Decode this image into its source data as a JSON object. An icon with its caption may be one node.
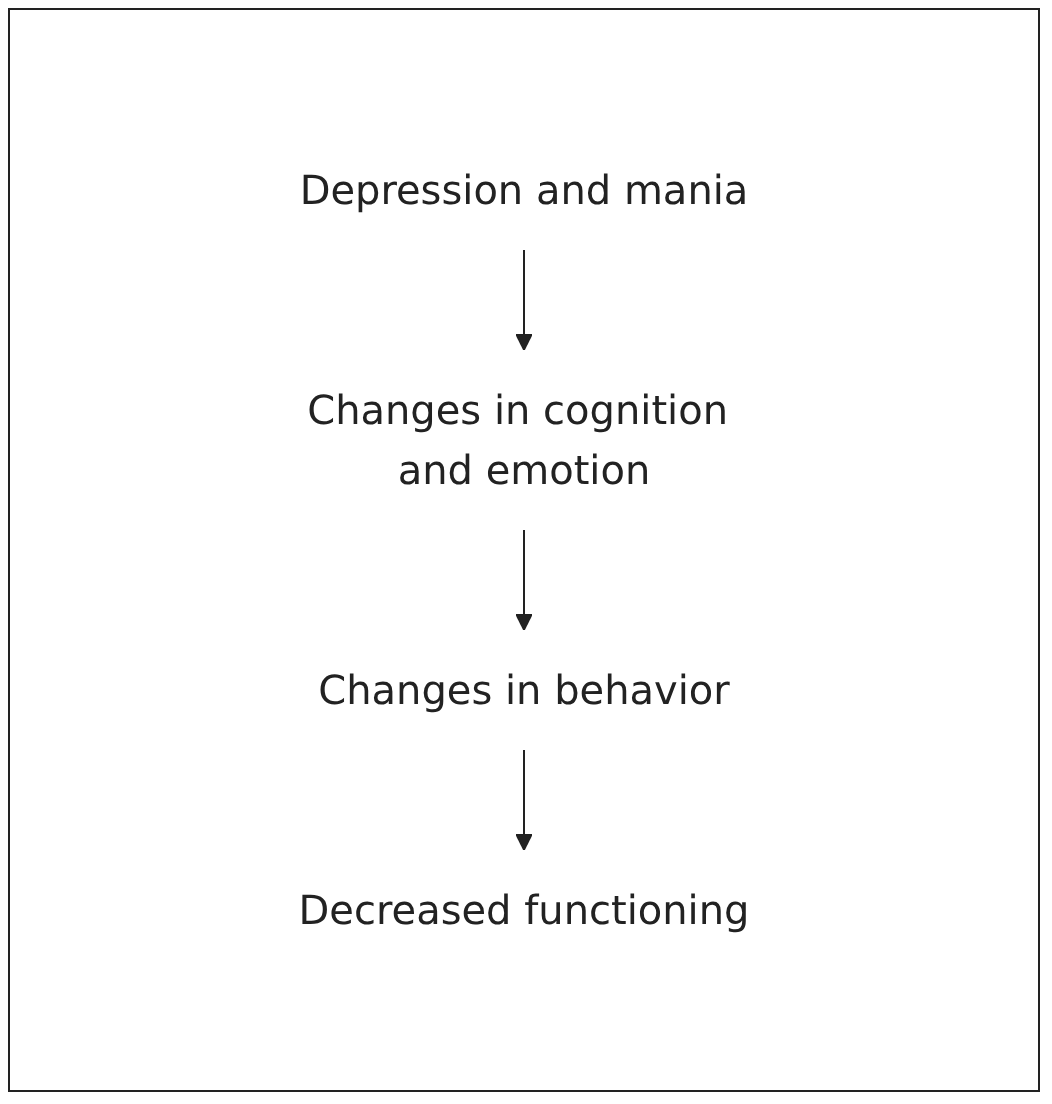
{
  "diagram": {
    "nodes": [
      {
        "text": [
          "Depression and mania"
        ]
      },
      {
        "text": [
          "Changes in cognition and emotion"
        ]
      },
      {
        "text": [
          "Changes in behavior"
        ]
      },
      {
        "text": [
          "Decreased functioning"
        ]
      }
    ],
    "edges": [
      {
        "from": 0,
        "to": 1,
        "arrow": "to"
      },
      {
        "from": 1,
        "to": 2,
        "arrow": "to"
      },
      {
        "from": 2,
        "to": 3,
        "arrow": "to"
      }
    ]
  }
}
